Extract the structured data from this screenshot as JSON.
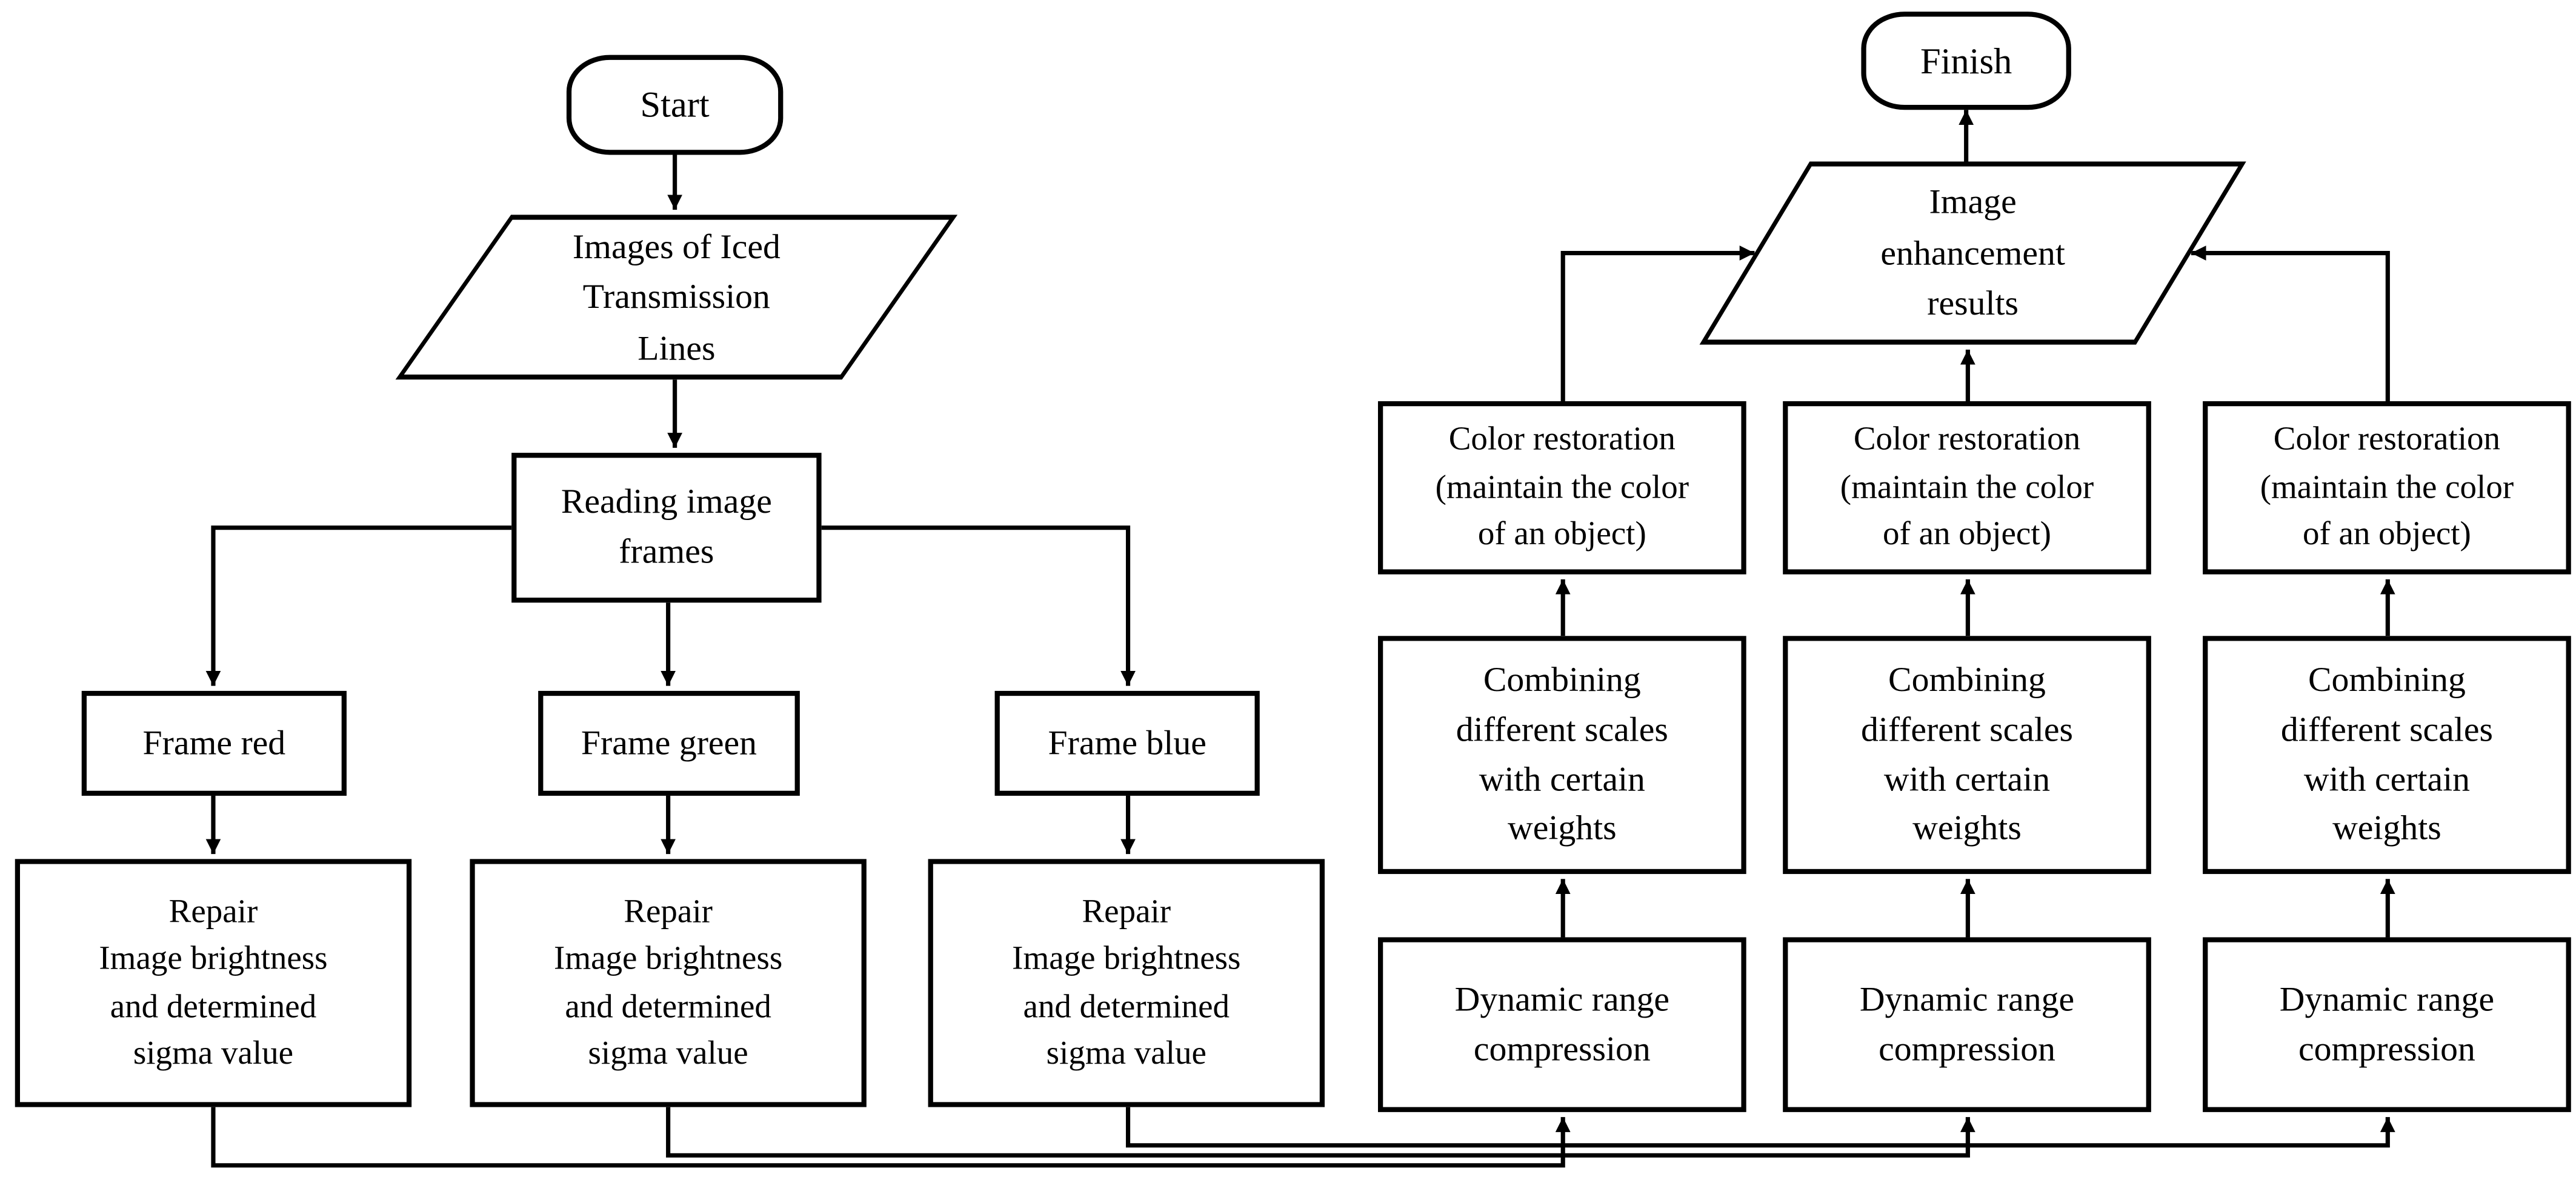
{
  "colors": {
    "background": "#ffffff",
    "ink": "#000000"
  },
  "diagram": {
    "type": "flowchart",
    "nodes": {
      "start": {
        "label": "Start",
        "shape": "terminator"
      },
      "input_images": {
        "label": "Images of Iced\nTransmission\nLines",
        "shape": "parallelogram"
      },
      "reading_frames": {
        "label": "Reading image\nframes",
        "shape": "process"
      },
      "frame_red": {
        "label": "Frame red",
        "shape": "process"
      },
      "frame_green": {
        "label": "Frame green",
        "shape": "process"
      },
      "frame_blue": {
        "label": "Frame blue",
        "shape": "process"
      },
      "repair_red": {
        "label": "Repair\nImage brightness\nand determined\nsigma value",
        "shape": "process"
      },
      "repair_green": {
        "label": "Repair\nImage brightness\nand determined\nsigma value",
        "shape": "process"
      },
      "repair_blue": {
        "label": "Repair\nImage brightness\nand determined\nsigma value",
        "shape": "process"
      },
      "drc_1": {
        "label": "Dynamic range\ncompression",
        "shape": "process"
      },
      "drc_2": {
        "label": "Dynamic range\ncompression",
        "shape": "process"
      },
      "drc_3": {
        "label": "Dynamic range\ncompression",
        "shape": "process"
      },
      "combine_1": {
        "label": "Combining\ndifferent scales\nwith certain\nweights",
        "shape": "process"
      },
      "combine_2": {
        "label": "Combining\ndifferent scales\nwith certain\nweights",
        "shape": "process"
      },
      "combine_3": {
        "label": "Combining\ndifferent scales\nwith certain\nweights",
        "shape": "process"
      },
      "restore_1": {
        "label": "Color restoration\n(maintain the color\nof an object)",
        "shape": "process"
      },
      "restore_2": {
        "label": "Color restoration\n(maintain the color\nof an object)",
        "shape": "process"
      },
      "restore_3": {
        "label": "Color restoration\n(maintain the color\nof an object)",
        "shape": "process"
      },
      "enhancement_results": {
        "label": "Image\nenhancement\nresults",
        "shape": "parallelogram"
      },
      "finish": {
        "label": "Finish",
        "shape": "terminator"
      }
    }
  }
}
